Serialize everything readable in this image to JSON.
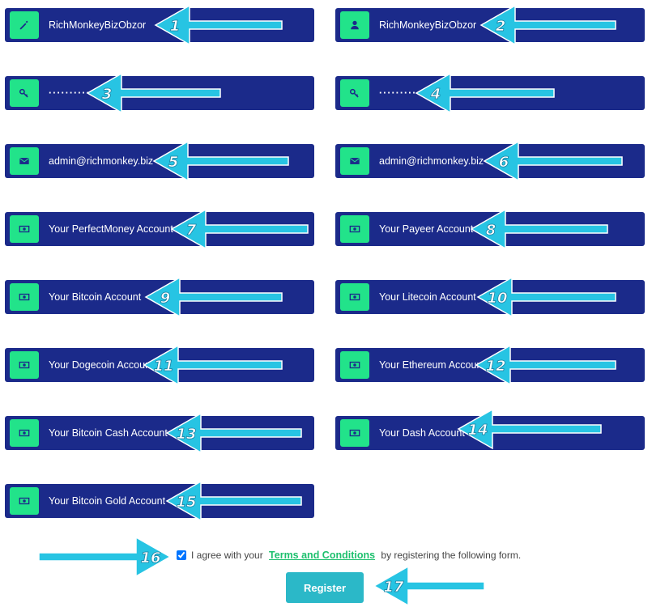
{
  "colors": {
    "field_bg": "#1b2a8a",
    "icon_bg": "#22e38a",
    "arrow": "#27c4e3",
    "button": "#2bb8c8",
    "link": "#1ec06e"
  },
  "fields": [
    {
      "icon": "edit-icon",
      "value": "RichMonkeyBizObzor"
    },
    {
      "icon": "user-icon",
      "value": "RichMonkeyBizObzor"
    },
    {
      "icon": "key-icon",
      "value": "··········"
    },
    {
      "icon": "key-icon",
      "value": "··········"
    },
    {
      "icon": "envelope-icon",
      "value": "admin@richmonkey.biz"
    },
    {
      "icon": "envelope-icon",
      "value": "admin@richmonkey.biz"
    },
    {
      "icon": "money-icon",
      "value": "Your PerfectMoney Account"
    },
    {
      "icon": "money-icon",
      "value": "Your Payeer Account"
    },
    {
      "icon": "money-icon",
      "value": "Your Bitcoin Account"
    },
    {
      "icon": "money-icon",
      "value": "Your Litecoin Account"
    },
    {
      "icon": "money-icon",
      "value": "Your Dogecoin Account"
    },
    {
      "icon": "money-icon",
      "value": "Your Ethereum Account"
    },
    {
      "icon": "money-icon",
      "value": "Your Bitcoin Cash Account"
    },
    {
      "icon": "money-icon",
      "value": "Your Dash Account"
    },
    {
      "icon": "money-icon",
      "value": "Your Bitcoin Gold Account"
    }
  ],
  "agree": {
    "pre": "I agree with your ",
    "link": "Terms and Conditions",
    "post": " by registering the following form."
  },
  "register_label": "Register",
  "annotations": [
    "1",
    "2",
    "3",
    "4",
    "5",
    "6",
    "7",
    "8",
    "9",
    "10",
    "11",
    "12",
    "13",
    "14",
    "15",
    "16",
    "17"
  ]
}
